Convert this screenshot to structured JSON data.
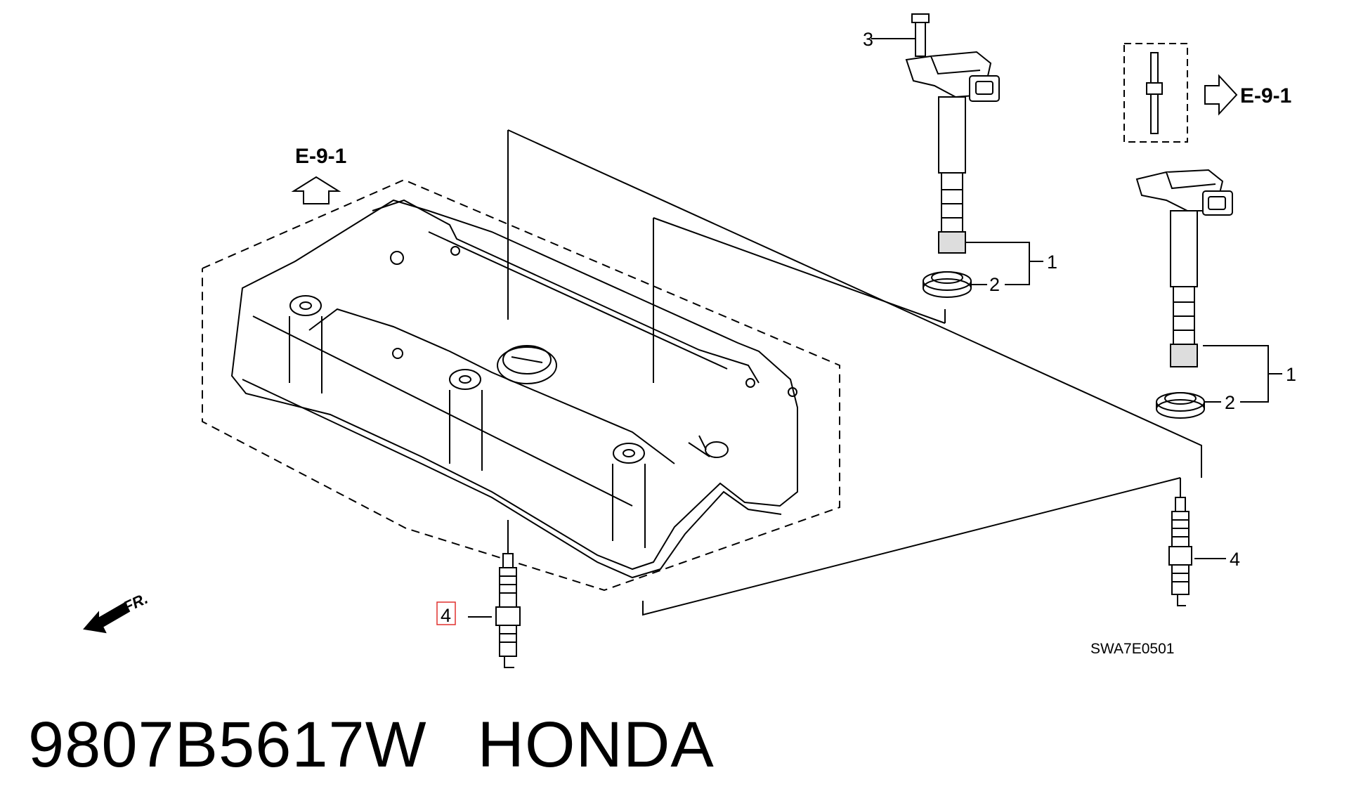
{
  "diagram": {
    "callouts": {
      "coil_bolt": "3",
      "coil_left": "1",
      "seal_left": "2",
      "coil_right": "1",
      "seal_right": "2",
      "spark_plug_right": "4",
      "spark_plug_left": "4"
    },
    "reference_left": "E-9-1",
    "reference_right": "E-9-1",
    "front_label": "FR.",
    "drawing_code": "SWA7E0501",
    "highlight_color": "#e0302f"
  },
  "caption": {
    "part_number": "9807B5617W",
    "brand": "HONDA"
  }
}
